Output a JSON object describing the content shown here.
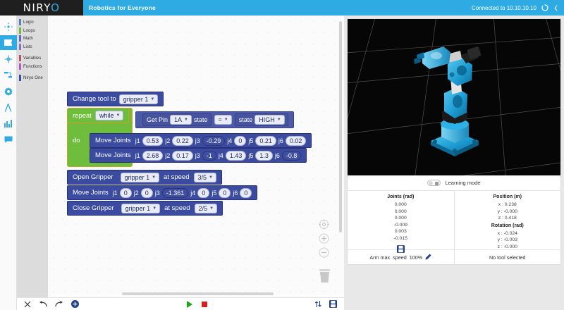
{
  "topbar": {
    "logo_main": "NIRY",
    "logo_tail": "O",
    "tagline": "Robotics for Everyone",
    "connection": "Connected to 10.10.10.10",
    "refresh_icon": "spinner-icon",
    "collapse_icon": "chevron-left-icon"
  },
  "rail": {
    "items": [
      {
        "name": "move-icon",
        "selected": false
      },
      {
        "name": "blocks-icon",
        "selected": true
      },
      {
        "name": "calibration-icon",
        "selected": false
      },
      {
        "name": "sequence-icon",
        "selected": false
      },
      {
        "name": "settings-icon",
        "selected": false
      },
      {
        "name": "compass-icon",
        "selected": false
      },
      {
        "name": "chart-icon",
        "selected": false
      },
      {
        "name": "chat-icon",
        "selected": false
      }
    ]
  },
  "toolbox": {
    "items": [
      {
        "label": "Logic",
        "color": "#5b80b8"
      },
      {
        "label": "Loops",
        "color": "#6fbd3d"
      },
      {
        "label": "Math",
        "color": "#5b67c0"
      },
      {
        "label": "Lists",
        "color": "#8e6fc0"
      },
      {
        "label": "Variables",
        "color": "#c0506a"
      },
      {
        "label": "Functions",
        "color": "#b55bc0"
      },
      {
        "label": "Niryo One",
        "color": "#3b4ba0"
      }
    ]
  },
  "blocks": {
    "change_tool": {
      "label": "Change tool to",
      "tool": "gripper 1"
    },
    "repeat": {
      "label": "repeat",
      "mode": "while",
      "do_label": "do",
      "condition": {
        "get_pin_label": "Get Pin",
        "pin": "1A",
        "state_label": "state",
        "operator": "=",
        "right_state_label": "state",
        "right_state": "HIGH"
      },
      "moves": [
        {
          "label": "Move Joints",
          "joints": [
            {
              "name": "j1",
              "value": "0.53"
            },
            {
              "name": "j2",
              "value": "0.22"
            },
            {
              "name": "j3",
              "value": "-0.29"
            },
            {
              "name": "j4",
              "value": "0"
            },
            {
              "name": "j5",
              "value": "0.21"
            },
            {
              "name": "j6",
              "value": "0.02"
            }
          ]
        },
        {
          "label": "Move Joints",
          "joints": [
            {
              "name": "j1",
              "value": "2.68"
            },
            {
              "name": "j2",
              "value": "0.17"
            },
            {
              "name": "j3",
              "value": "-1"
            },
            {
              "name": "j4",
              "value": "1.43"
            },
            {
              "name": "j5",
              "value": "1.3"
            },
            {
              "name": "j6",
              "value": "-0.8"
            }
          ]
        }
      ]
    },
    "open_gripper": {
      "label": "Open Gripper",
      "tool": "gripper 1",
      "speed_label": "at speed",
      "speed": "3/5"
    },
    "move_joints_bottom": {
      "label": "Move Joints",
      "joints": [
        {
          "name": "j1",
          "value": "0"
        },
        {
          "name": "j2",
          "value": "0"
        },
        {
          "name": "j3",
          "value": "-1.361"
        },
        {
          "name": "j4",
          "value": "0"
        },
        {
          "name": "j5",
          "value": "0"
        },
        {
          "name": "j6",
          "value": "0"
        }
      ]
    },
    "close_gripper": {
      "label": "Close Gripper",
      "tool": "gripper 1",
      "speed_label": "at speed",
      "speed": "2/5"
    }
  },
  "workspace_controls": {
    "center_icon": "center-target-icon",
    "zoom_in_icon": "zoom-in-icon",
    "zoom_out_icon": "zoom-out-icon",
    "trash_icon": "trash-icon"
  },
  "right_panel": {
    "learning_mode_label": "Learning mode",
    "learning_mode_on": false,
    "joints": {
      "title": "Joints (rad)",
      "values": [
        "0.000",
        "0.000",
        "0.000",
        "-0.009",
        "0.003",
        "-0.015"
      ],
      "save_icon": "save-icon"
    },
    "position": {
      "title": "Position (m)",
      "values": [
        "x : 0.238",
        "y : -0.000",
        "z : 0.418"
      ]
    },
    "rotation": {
      "title": "Rotation (rad)",
      "values": [
        "x : -0.024",
        "y : -0.003",
        "z : -0.000"
      ]
    },
    "status": {
      "speed_label": "Arm max. speed",
      "speed_value": "100%",
      "edit_icon": "pencil-icon",
      "tool_status": "No tool selected"
    }
  },
  "bottombar": {
    "left": [
      {
        "name": "clear-button",
        "icon": "close-x-icon"
      },
      {
        "name": "undo-button",
        "icon": "undo-icon"
      },
      {
        "name": "redo-button",
        "icon": "redo-icon"
      },
      {
        "name": "add-block-button",
        "icon": "plus-circle-icon"
      }
    ],
    "mid": [
      {
        "name": "run-button",
        "icon": "play-icon"
      },
      {
        "name": "stop-button",
        "icon": "stop-icon"
      }
    ],
    "right": [
      {
        "name": "import-export-button",
        "icon": "transfer-icon"
      },
      {
        "name": "save-program-button",
        "icon": "save-icon"
      }
    ]
  },
  "colors": {
    "brand": "#2eabe2",
    "block_blue": "#3b4ba0",
    "block_green": "#6fbd3d",
    "play_green": "#17a81a",
    "stop_red": "#cc2222"
  }
}
